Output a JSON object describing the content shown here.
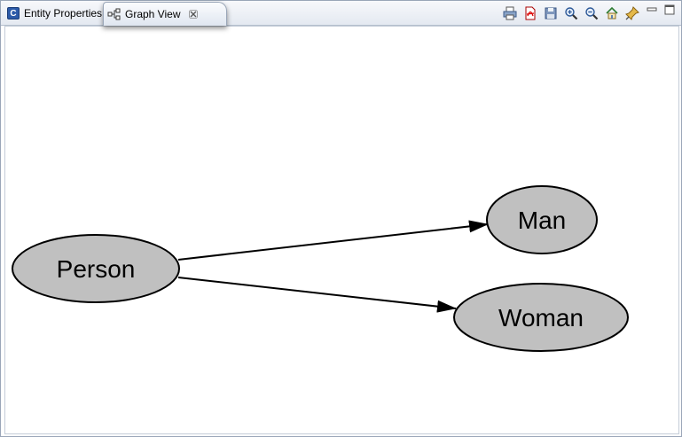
{
  "tabs": [
    {
      "label": "Entity Properties",
      "icon": "class-c-icon",
      "active": false
    },
    {
      "label": "Graph View",
      "icon": "graph-view-icon",
      "active": true,
      "close_icon": "close-icon"
    }
  ],
  "toolbar": {
    "buttons": [
      "print-icon",
      "export-pdf-icon",
      "save-icon",
      "zoom-in-icon",
      "zoom-out-icon",
      "home-icon",
      "pin-icon"
    ]
  },
  "window_controls": [
    "minimize-icon",
    "maximize-icon"
  ],
  "graph": {
    "nodes": [
      {
        "id": "person",
        "label": "Person"
      },
      {
        "id": "man",
        "label": "Man"
      },
      {
        "id": "woman",
        "label": "Woman"
      }
    ],
    "edges": [
      {
        "from": "person",
        "to": "man"
      },
      {
        "from": "person",
        "to": "woman"
      }
    ],
    "colors": {
      "node_fill": "#c0c0c0",
      "stroke": "#000000",
      "background": "#ffffff"
    }
  }
}
